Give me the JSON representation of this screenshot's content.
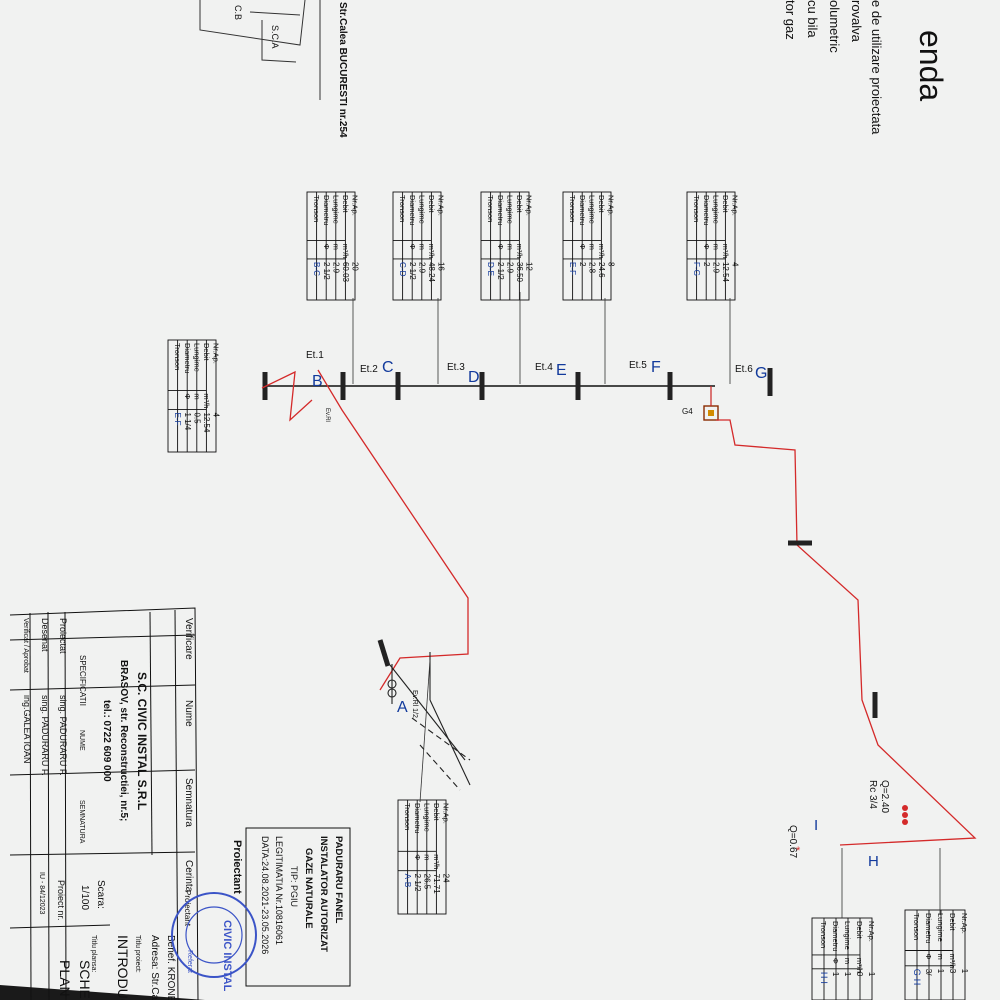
{
  "legend": {
    "title": "enda",
    "lines": [
      "e de utilizare proiectata",
      "rovalva",
      "olumetric",
      "cu bila",
      "tor gaz"
    ]
  },
  "site_plan": {
    "labels": [
      "C.B",
      "S.C.A"
    ],
    "street": "Str.Calea BUCURESTI nr.254"
  },
  "row_labels": [
    "Tronson",
    "Diametru",
    "Lungime",
    "Debit",
    "Nr.Ap."
  ],
  "row_units": [
    "",
    "Φ",
    "m",
    "m³/h",
    ""
  ],
  "tables": [
    {
      "id": "F-G",
      "name": "F-G",
      "diameter": "2",
      "length": "2.9",
      "flow": "12.54",
      "appliances": "4"
    },
    {
      "id": "E-F",
      "name": "E-F",
      "diameter": "2",
      "length": "2.8",
      "flow": "24.6",
      "appliances": "8"
    },
    {
      "id": "D-E",
      "name": "D-E",
      "diameter": "2 1/2",
      "length": "2.9",
      "flow": "36.50",
      "appliances": "12"
    },
    {
      "id": "C-D",
      "name": "C-D",
      "diameter": "2 1/2",
      "length": "2.9",
      "flow": "48.24",
      "appliances": "16"
    },
    {
      "id": "B-C",
      "name": "B-C",
      "diameter": "2 1/2",
      "length": "2.9",
      "flow": "60.03",
      "appliances": "20"
    },
    {
      "id": "E-F-2",
      "name": "E-F",
      "diameter": "1 1/4",
      "length": "0.5",
      "flow": "12.54",
      "appliances": "4"
    },
    {
      "id": "A-B",
      "name": "A-B",
      "diameter": "2 1/2",
      "length": "26.5",
      "flow": "71.71",
      "appliances": "24"
    },
    {
      "id": "G-H",
      "name": "G-H",
      "diameter": "3/",
      "length": "1",
      "flow": "3",
      "appliances": "1"
    },
    {
      "id": "H-I",
      "name": "H-I",
      "diameter": "1",
      "length": "1",
      "flow": "0",
      "appliances": "1"
    }
  ],
  "nodes": {
    "G": "G",
    "F": "F",
    "E": "E",
    "D": "D",
    "C": "C",
    "B": "B",
    "A": "A",
    "H": "H",
    "I": "I"
  },
  "floors": [
    "Et.6",
    "Et.5",
    "Et.4",
    "Et.3",
    "Et.2",
    "Et.1"
  ],
  "annotations": {
    "meter": "G4",
    "q1": "Q=2.40",
    "rc": "Rc 3/4",
    "q2": "Q=0.67",
    "small_a": "Ev.Rl",
    "small_b": "Ev.Rl 1/2"
  },
  "installer_stamp": {
    "lines": [
      "PADURARU FANEL",
      "INSTALATOR AUTORIZAT",
      "GAZE NATURALE",
      "TIP: PGIU",
      "LEGITIMATIA Nr.10816061",
      "DATA:24.08.2021-23.05.2026"
    ]
  },
  "title_block": {
    "verificare": "Verificare",
    "nume": "Nume",
    "semnatura": "Semnatura",
    "cerinta": "Cerinta",
    "company": "S.C. CIVIC INSTAL S.R.L",
    "address": "BRASOV, str. Reconstructiei, nr.5;",
    "phone": "tel.: 0722 609 000",
    "specificatii": "SPECIFICATII",
    "col_nume": "NUME",
    "col_semnatura": "SEMNATURA",
    "scara_label": "Scara:",
    "scara": "1/100",
    "proiectat": "Proiectat",
    "proiectat_name": "sing. PADURARU F.",
    "desenat": "Desenat",
    "desenat_name": "sing. PADURARU F.",
    "verificat": "Verificat / Aprobat",
    "verificat_name": "ing.GALEA IOAN",
    "proiect_nr_label": "Proiect nr.",
    "proiect_nr": "IU - 84/12023",
    "proiectant": "Proiectant",
    "referat": "Referat",
    "benef": "Benef. KRONB",
    "adresa": "Adresa: Str.Calea",
    "titlu_proiect": "Titlu proiect:",
    "titlu_planse": "Titlu plansa:",
    "introduc": "INTRODUC",
    "sche": "SCHE",
    "plan": "PLAN",
    "seal_outer": "S.C. CIVIC INSTAL S.R.L.",
    "seal_inner": "CIVIC INSTAL"
  }
}
